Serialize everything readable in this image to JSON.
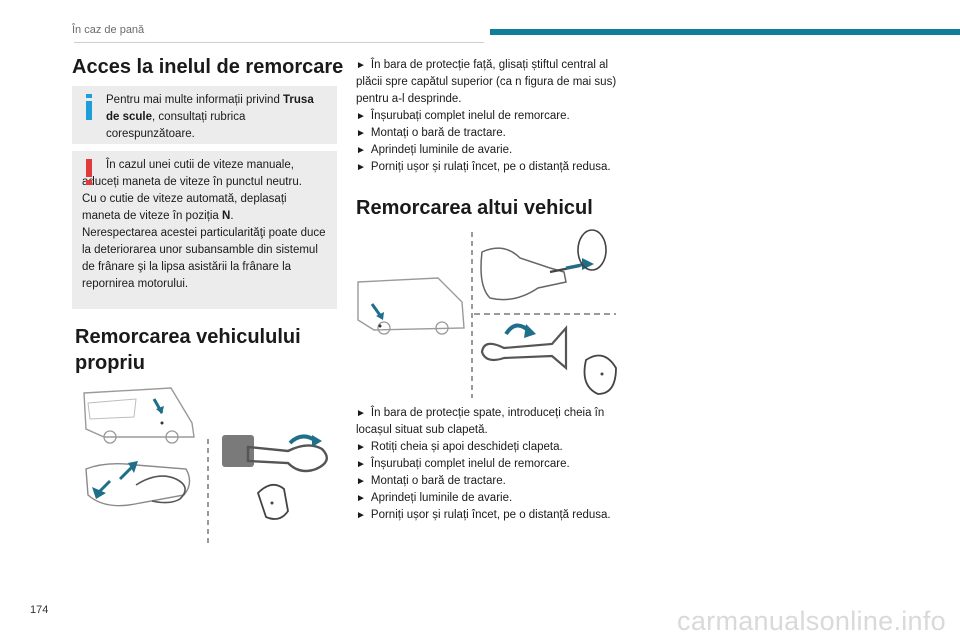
{
  "header": {
    "section": "În caz de pană"
  },
  "page_number": "174",
  "watermark": "carmanualsonline.info",
  "colors": {
    "accent_bar": "#0f7e99",
    "info_icon": "#1d9ed9",
    "warning_icon": "#e03a3a",
    "box_background": "#ececec"
  },
  "main_heading": "Acces la inelul de remorcare",
  "info_box": {
    "icon": "info-icon",
    "text_pre": "Pentru mai multe informații privind ",
    "text_bold": "Trusa de scule",
    "text_post": ", consultați rubrica corespunzătoare."
  },
  "warning_box": {
    "icon": "warning-icon",
    "line1": "În cazul unei cutii de viteze manuale, aduceți maneta de viteze în punctul neutru.",
    "line2_pre": "Cu o cutie de viteze automată, deplasați maneta de viteze în poziția ",
    "line2_bold": "N",
    "line2_post": ".",
    "line3": "Nerespectarea acestei particularităţi poate duce la deteriorarea unor subansamble din sistemul de frânare şi la lipsa asistării la frânare la repornirea motorului."
  },
  "own_vehicle": {
    "heading": "Remorcarea vehiculului propriu",
    "steps": [
      "În bara de protecție față, glisați știftul central al plăcii spre capătul superior (ca n figura de mai sus) pentru a-l desprinde.",
      "Înșurubați complet inelul de remorcare.",
      "Montați o bară de tractare.",
      "Aprindeți luminile de avarie.",
      "Porniți ușor și rulați încet, pe o distanță redusa."
    ]
  },
  "other_vehicle": {
    "heading": "Remorcarea altui vehicul",
    "steps": [
      "În bara de protecție spate, introduceți cheia în locașul situat sub clapetă.",
      "Rotiți cheia și apoi deschideți clapeta.",
      "Înșurubați complet inelul de remorcare.",
      "Montați o bară de tractare.",
      "Aprindeți luminile de avarie.",
      "Porniți ușor și rulați încet, pe o distanță redusa."
    ]
  },
  "bullet_glyph": "►"
}
